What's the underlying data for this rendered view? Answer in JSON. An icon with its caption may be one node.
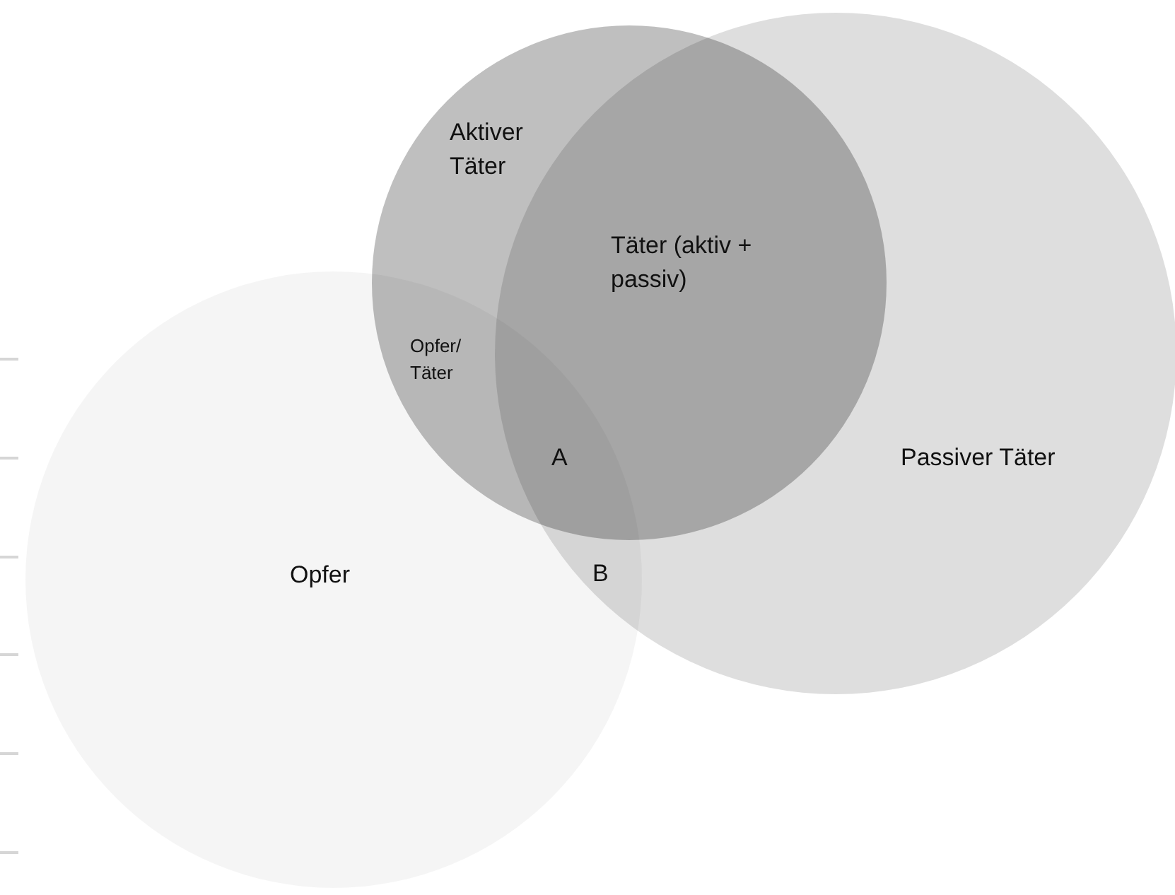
{
  "diagram": {
    "nodes": [
      {
        "text": [
          "Aktiver Täter"
        ]
      },
      {
        "text": [
          "Passiver Täter"
        ]
      },
      {
        "text": [
          "Opfer"
        ]
      }
    ],
    "labels": [
      "Täter (aktiv + passiv)",
      "Opfer/ Täter",
      "A",
      "B"
    ]
  }
}
